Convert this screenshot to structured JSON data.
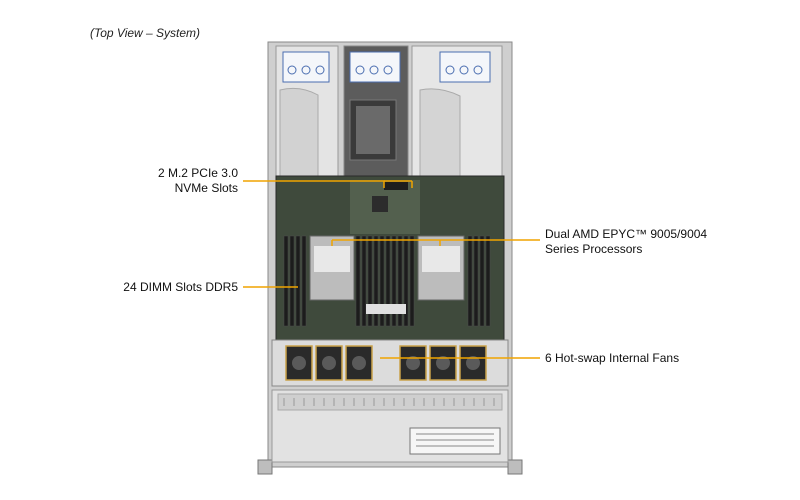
{
  "caption": "(Top View – System)",
  "callouts": {
    "m2": {
      "line1": "2 M.2 PCIe 3.0",
      "line2": "NVMe Slots"
    },
    "cpu": {
      "line1": "Dual AMD EPYC™ 9005/9004",
      "line2": "Series Processors"
    },
    "dimm": {
      "line1": "24 DIMM Slots DDR5"
    },
    "fans": {
      "line1": "6 Hot-swap Internal Fans"
    }
  },
  "colors": {
    "callout_line": "#f0a400",
    "chassis": "#d8d8d8",
    "board": "#3f4a3c"
  }
}
